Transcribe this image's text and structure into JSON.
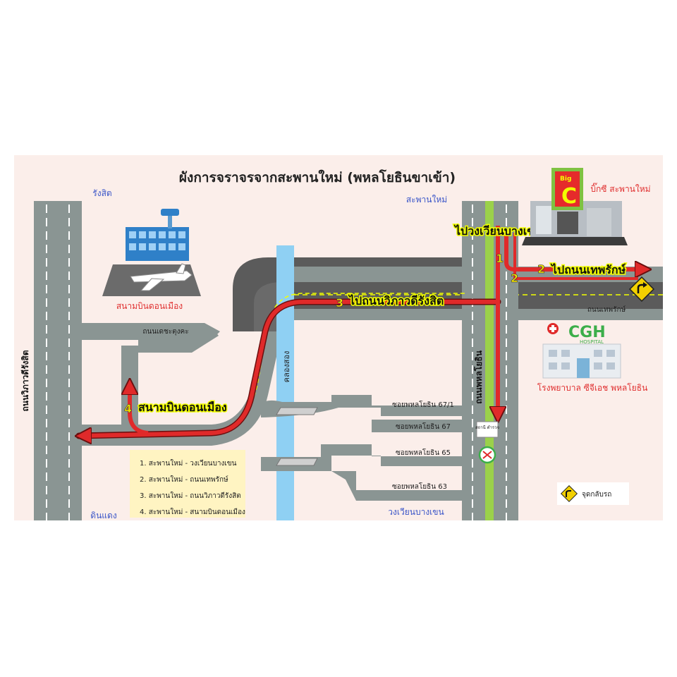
{
  "title": "ผังการจราจรจากสะพานใหม่ (พหลโยธินขาเข้า)",
  "places": {
    "rangsit": "รังสิต",
    "saphan_mai": "สะพานใหม่",
    "din_daeng": "ดินแดง",
    "wongwian_bangkhen": "วงเวียนบางเขน",
    "don_mueang_airport": "สนามบินดอนเมือง",
    "bigc": "บิ๊กซี สะพานใหม่",
    "cgh_hospital": "โรงพยาบาล ซีจีเอช พหลโยธิน"
  },
  "roads": {
    "vibhavadi": "ถนนวิภาวดีรังสิต",
    "phaholyothin": "ถนนพหลโยธิน",
    "thepharak": "ถนนเทพรักษ์",
    "dechatungka": "ถนนเดชะตุงคะ",
    "canal": "คลองสอง",
    "soi_67_1": "ซอยพหลโยธิน 67/1",
    "soi_67": "ซอยพหลโยธิน 67",
    "soi_65": "ซอยพหลโยธิน 65",
    "soi_63": "ซอยพหลโยธิน 63",
    "police_box": "สถานี ตำรวจ"
  },
  "routes": [
    {
      "num": "1",
      "label": "ไปวงเวียนบางเขน"
    },
    {
      "num": "2",
      "label": "ไปถนนเทพรักษ์"
    },
    {
      "num": "3",
      "label": "ไปถนนวิภาวดีรังสิต"
    },
    {
      "num": "4",
      "label": "สนามบินดอนเมือง"
    }
  ],
  "legend": [
    "1. สะพานใหม่ - วงเวียนบางเขน",
    "2. สะพานใหม่ - ถนนเทพรักษ์",
    "3. สะพานใหม่ - ถนนวิภาวดีรังสิต",
    "4. สะพานใหม่ - สนามบินดอนเมือง"
  ],
  "uturn_label": "จุดกลับรถ",
  "logos": {
    "bigc_top": "Big",
    "bigc_letter": "C",
    "cgh": "CGH",
    "cgh_sub": "HOSPITAL"
  },
  "colors": {
    "background": "#fbeeea",
    "road": "#8a9593",
    "road_dark": "#5b5b5b",
    "route": "#e02a2a",
    "highlight": "#f2ff00",
    "canal": "#8fd0f3",
    "median": "#9bd14a"
  }
}
